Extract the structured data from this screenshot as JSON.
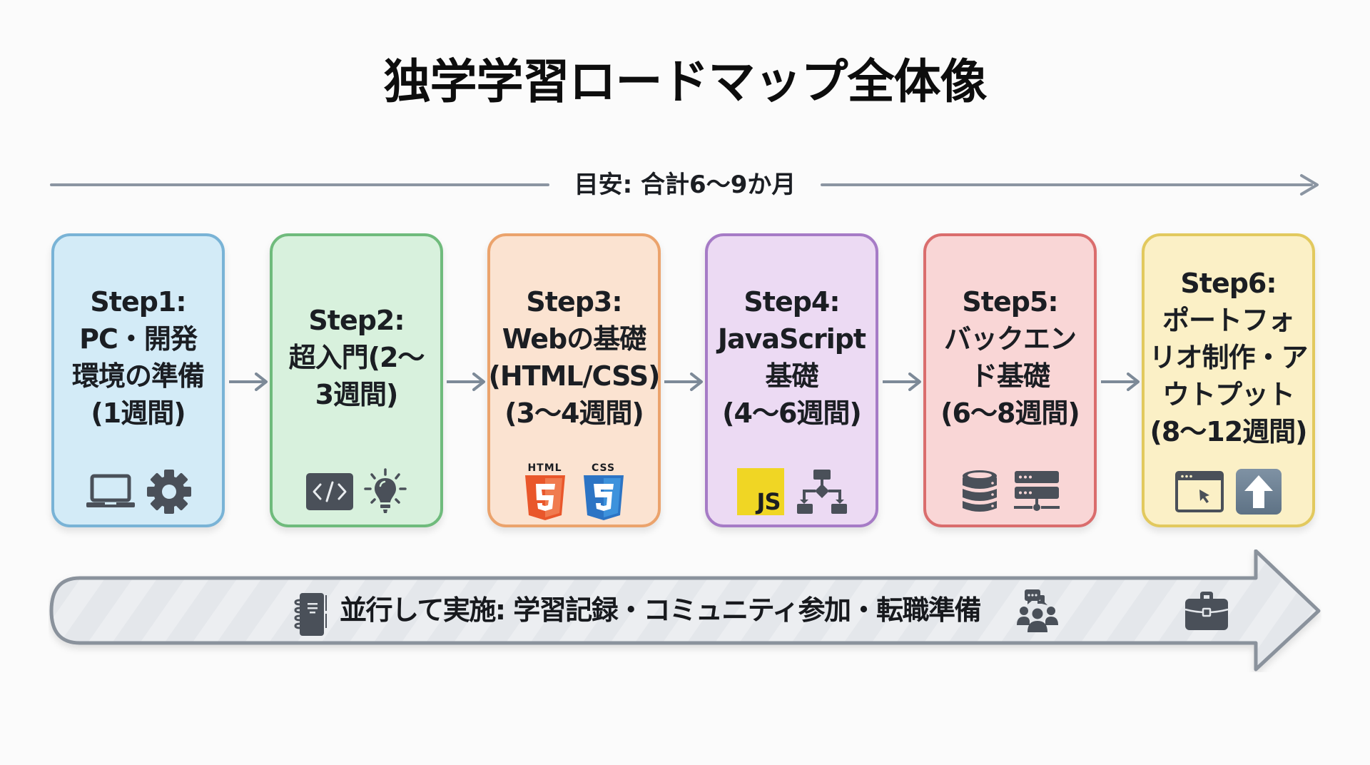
{
  "title": "独学学習ロードマップ全体像",
  "timeline": {
    "label": "目安: 合計6〜9か月",
    "line_color": "#8b95a2"
  },
  "steps": [
    {
      "label": "Step1:\nPC・開発\n環境の準備\n(1週間)",
      "bg": "#d3ebf7",
      "border": "#79b3d6",
      "icons": [
        "laptop-icon",
        "gear-icon"
      ]
    },
    {
      "label": "Step2:\n超入門(2〜\n3週間)",
      "bg": "#d8f1dd",
      "border": "#6fbb7c",
      "icons": [
        "code-icon",
        "lightbulb-icon"
      ]
    },
    {
      "label": "Step3:\nWebの基礎\n(HTML/CSS)\n(3〜4週間)",
      "bg": "#fbe3d1",
      "border": "#eba36c",
      "icons": [
        "html5-icon",
        "css3-icon"
      ],
      "icon_labels": [
        "HTML",
        "CSS"
      ]
    },
    {
      "label": "Step4:\nJavaScript\n基礎\n(4〜6週間)",
      "bg": "#ecdaf3",
      "border": "#a67bc6",
      "icons": [
        "javascript-icon",
        "flowchart-icon"
      ],
      "icon_labels": [
        "JS"
      ]
    },
    {
      "label": "Step5:\nバックエン\nド基礎\n(6〜8週間)",
      "bg": "#f9d6d6",
      "border": "#da6d6d",
      "icons": [
        "database-icon",
        "server-icon"
      ]
    },
    {
      "label": "Step6:\nポートフォ\nリオ制作・ア\nウトプット\n(8〜12週間)",
      "bg": "#fbf0c6",
      "border": "#e2c95e",
      "icons": [
        "browser-window-icon",
        "upload-icon"
      ]
    }
  ],
  "banner": {
    "text": "並行して実施: 学習記録・コミュニティ参加・転職準備",
    "icons": [
      "notebook-icon",
      "community-icon",
      "briefcase-icon"
    ],
    "fill": "#e4e7eb",
    "border": "#8a929c"
  },
  "colors": {
    "icon_dark": "#4a5059",
    "connector": "#7d8a98",
    "html5": "#e9572b",
    "css3": "#2c74c4",
    "js": "#f0d624",
    "upload_tile": "#6f8294"
  }
}
